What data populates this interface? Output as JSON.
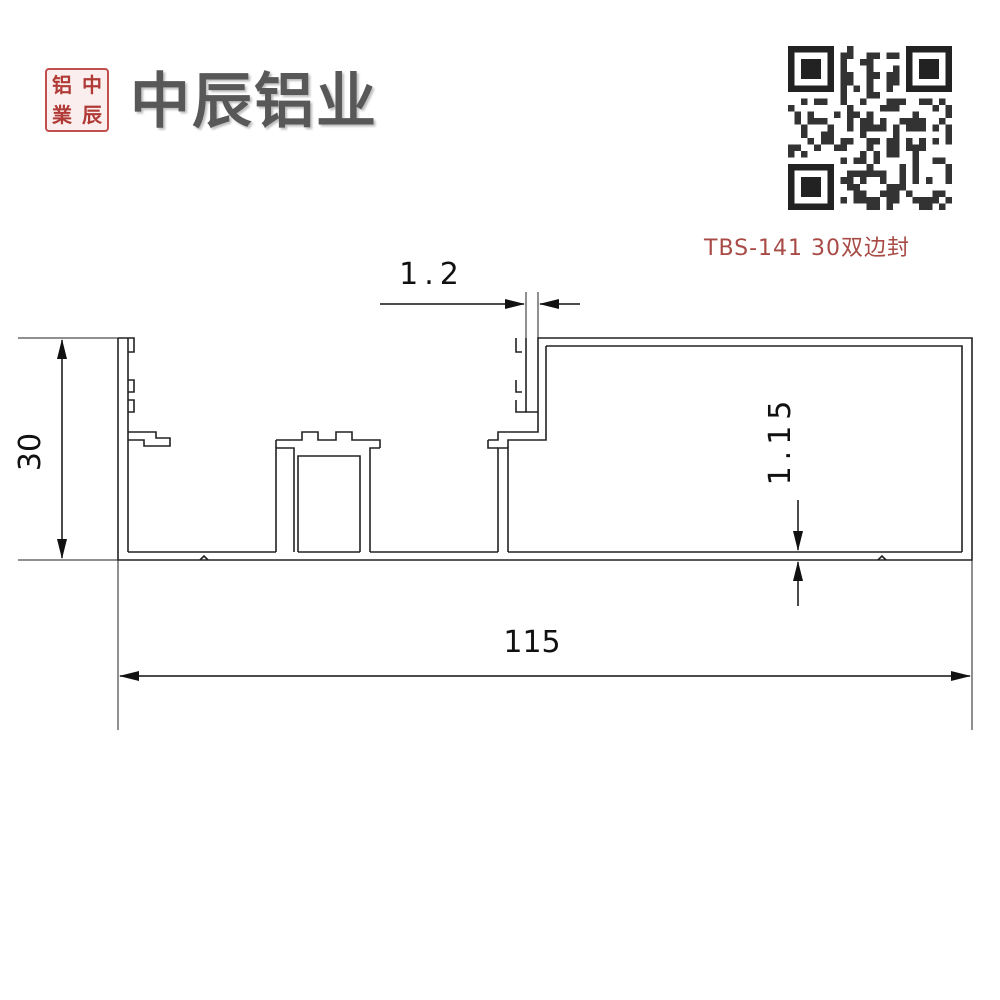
{
  "logo": {
    "seal_chars": [
      "中",
      "铝",
      "辰",
      "業"
    ],
    "brand_name": "中辰铝业"
  },
  "model_label": "TBS-141 30双边封",
  "dimensions": {
    "height": "30",
    "width": "115",
    "wall_thickness": "1.2",
    "base_thickness": "1.15"
  },
  "colors": {
    "seal": "#c0504d",
    "brand": "#585858",
    "model_label": "#a84a46",
    "line": "#111111"
  },
  "icons": [
    "qr-code-icon",
    "seal-logo-icon"
  ]
}
